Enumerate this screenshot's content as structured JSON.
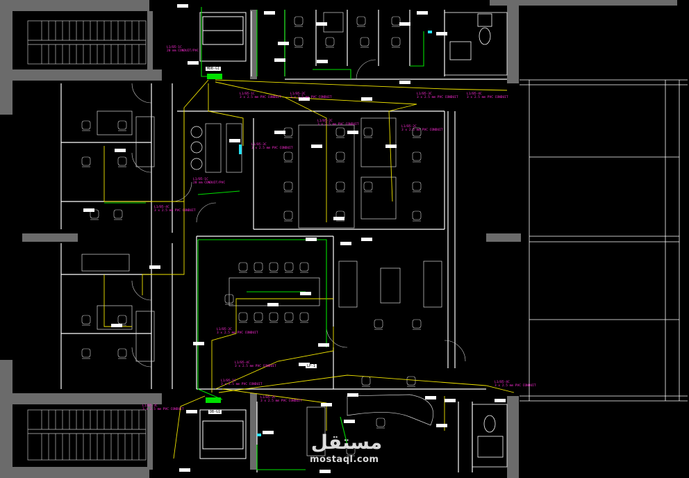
{
  "drawing": {
    "panel_id_main": "MDB-G1",
    "panel_id_lower": "DB-G1",
    "circuit_notes": {
      "upper_row": [
        "L1/B5-1C",
        "L1/B5-2C",
        "L1/B5-3C",
        "L1/B5-4C"
      ],
      "spec": "3 x 2.5 mm PVC CONDUIT",
      "spec2": "20 mm CONDUIT/PVC"
    },
    "equipment_tag": "LP-1"
  },
  "watermark": {
    "arabic": "مستقل",
    "latin": "mostaql.com"
  },
  "colors": {
    "background": "#000000",
    "walls": "#ffffff",
    "furniture": "#d9d9d9",
    "hatch": "#8c8c8c",
    "cable": "#f2e600",
    "cable_alt": "#00e000",
    "annotation": "#ff2bd6",
    "device": "#ffffff",
    "cyan": "#27e1f5"
  }
}
